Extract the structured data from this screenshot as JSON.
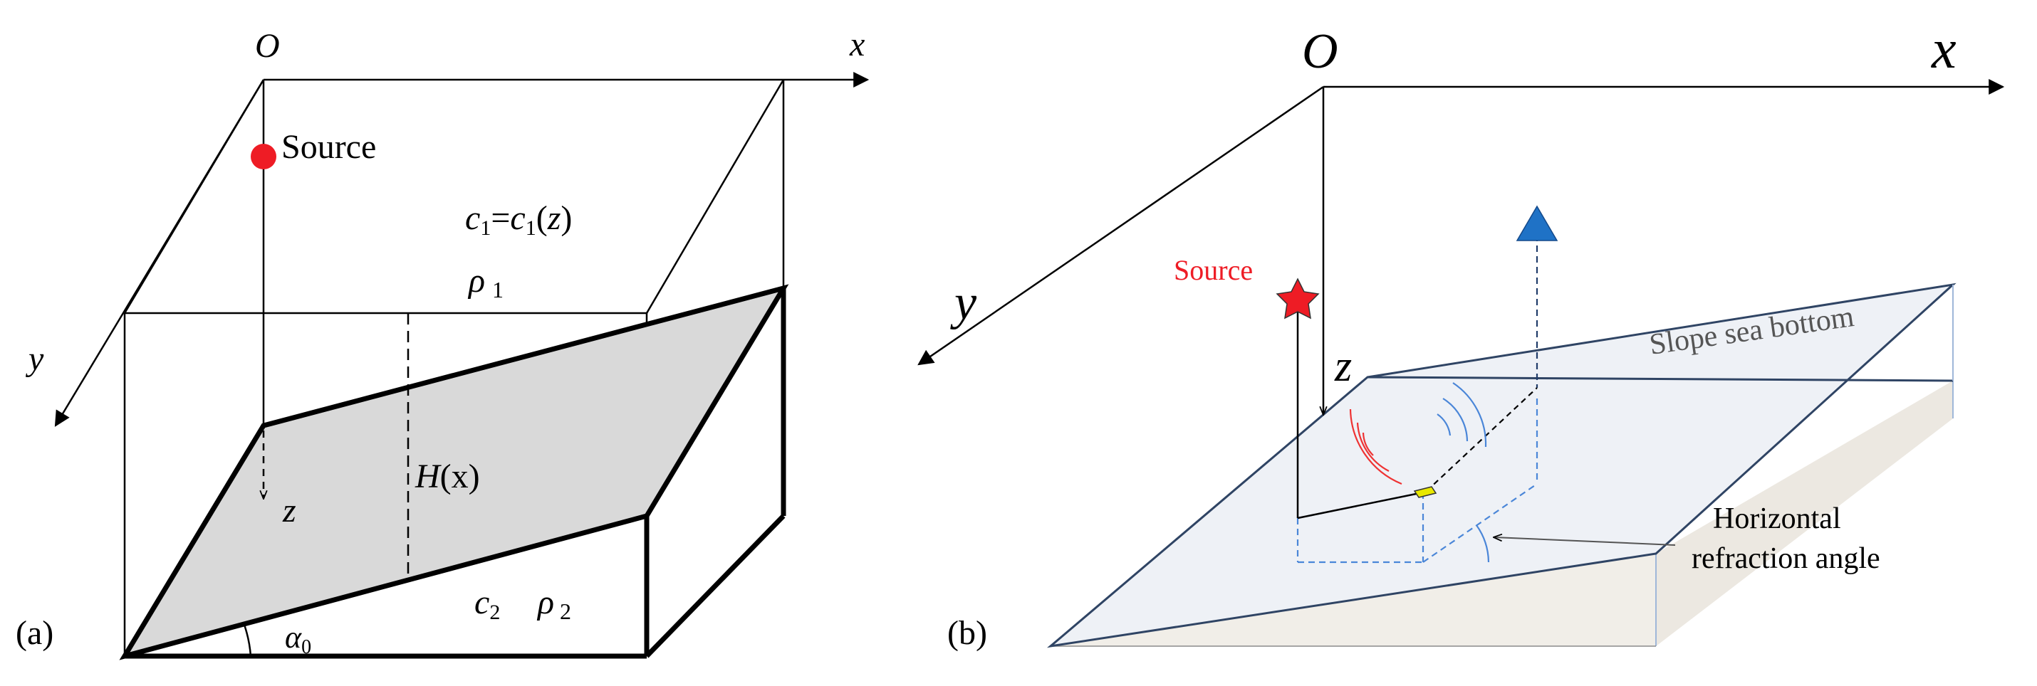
{
  "panel_a": {
    "panel_label": "(a)",
    "origin_label": "O",
    "x_axis_label": "x",
    "y_axis_label": "y",
    "z_axis_label": "z",
    "source_label": "Source",
    "c1_label_parts": [
      "c",
      "1",
      "=",
      "c",
      "1",
      "(",
      "z",
      ")"
    ],
    "rho1_symbol": "ρ",
    "rho1_sub": "1",
    "depth_label_var": "H",
    "depth_label_arg": "(x)",
    "c2_symbol": "c",
    "c2_sub": "2",
    "rho2_symbol": "ρ",
    "rho2_sub": "2",
    "alpha_symbol": "α",
    "alpha_sub": "0",
    "source_color": "#ee1c25",
    "slope_fill": "#d9d9d9"
  },
  "panel_b": {
    "panel_label": "(b)",
    "origin_label": "O",
    "x_axis_label": "x",
    "y_axis_label": "y",
    "z_axis_label": "z",
    "source_label": "Source",
    "slope_label": "Slope sea bottom",
    "angle_label_line1": "Horizontal",
    "angle_label_line2": "refraction angle",
    "source_color": "#ee1c25",
    "receiver_color": "#1f72c6",
    "sea_fill": "#eef1f6",
    "sand_fill": "#f2efe9",
    "edge_color": "#2f4464",
    "dashed_color": "#4a86d8",
    "wave_red": "#ee3333",
    "wave_blue": "#4a86d8",
    "hit_color": "#e8e800"
  }
}
